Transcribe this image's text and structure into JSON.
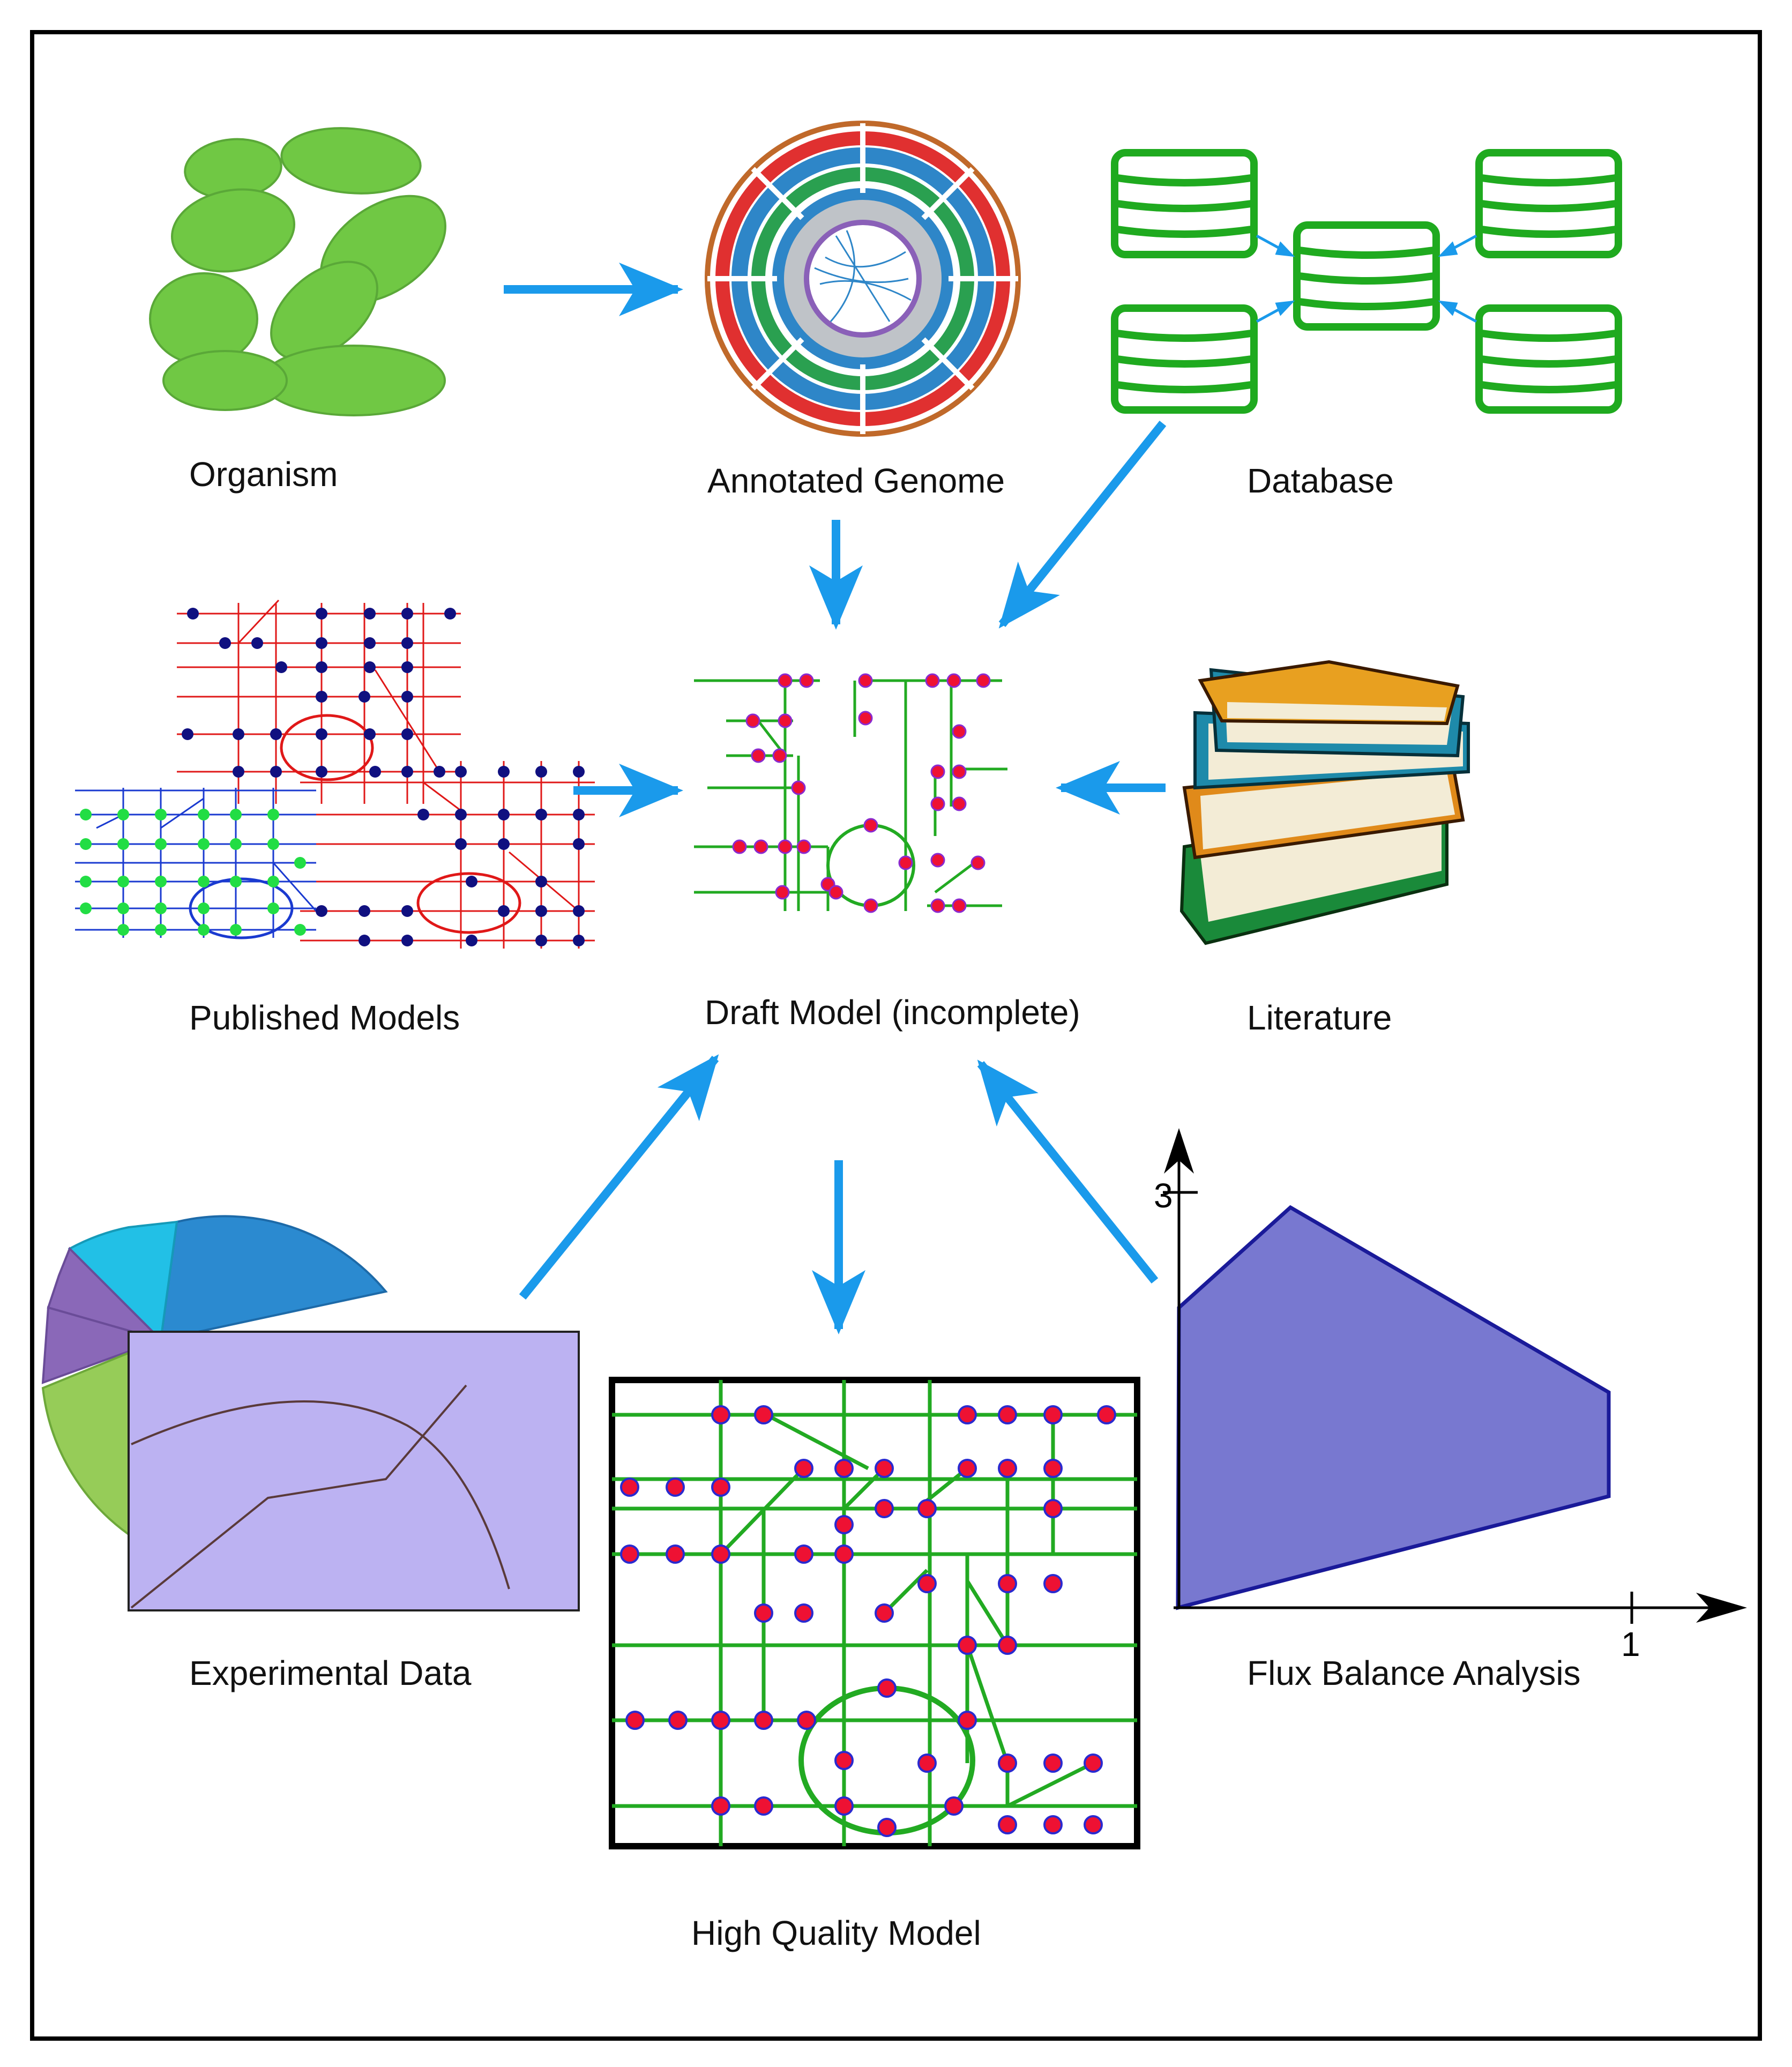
{
  "nodes": {
    "organism": "Organism",
    "genome": "Annotated Genome",
    "database": "Database",
    "published": "Published Models",
    "draft": "Draft Model (incomplete)",
    "literature": "Literature",
    "experimental": "Experimental Data",
    "hq": "High Quality Model",
    "fba": "Flux Balance Analysis"
  },
  "fba_plot": {
    "x_tick": "1",
    "y_tick": "3"
  },
  "colors": {
    "arrow": "#1a9aeb",
    "organism": "#70c844",
    "database": "#1faa1f",
    "network_edge_green": "#22aa22",
    "network_node_red": "#ee1133",
    "polytope_fill": "#7878d0",
    "polytope_stroke": "#1a1a99",
    "chart_panel": "#bcb2f2"
  },
  "icons": {
    "organism": "cell-cluster-icon",
    "genome": "circos-plot-icon",
    "database": "database-stack-icon",
    "literature": "book-stack-icon",
    "experimental": "pie-and-line-chart-icon"
  }
}
